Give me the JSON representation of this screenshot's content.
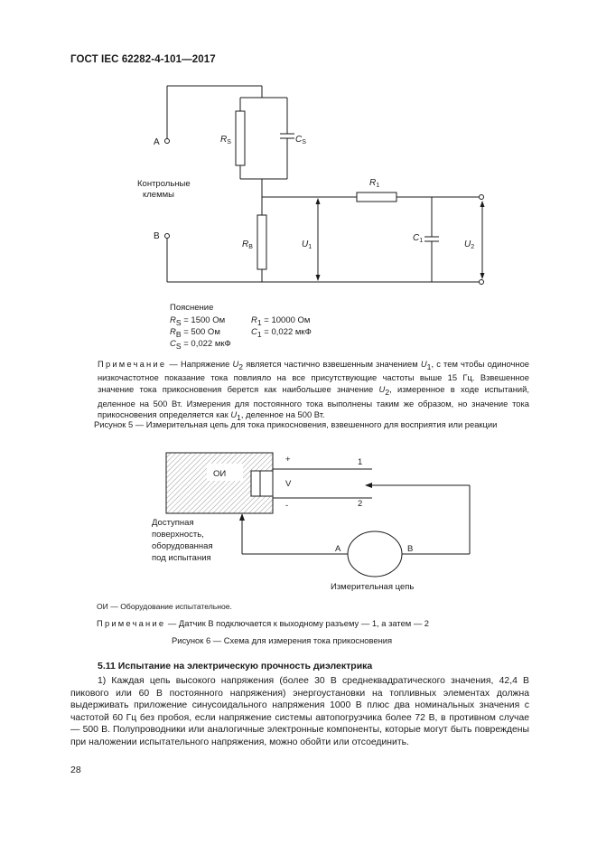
{
  "header": {
    "standard": "ГОСТ IEC 62282-4-101—2017"
  },
  "figure5": {
    "labels": {
      "terminal_a": "A",
      "terminal_b": "B",
      "terminals_caption_line1": "Контрольные",
      "terminals_caption_line2": "клеммы",
      "rs": "R",
      "rs_sub": "S",
      "cs": "C",
      "cs_sub": "S",
      "rb": "R",
      "rb_sub": "B",
      "r1": "R",
      "r1_sub": "1",
      "c1": "C",
      "c1_sub": "1",
      "u1": "U",
      "u1_sub": "1",
      "u2": "U",
      "u2_sub": "2"
    },
    "legend": {
      "title": "Пояснение",
      "rs_sym": "R",
      "rs_sub": "S",
      "rs_val": " = 1500 Ом",
      "r1_sym": "R",
      "r1_sub": "1",
      "r1_val": " = 10000 Ом",
      "rb_sym": "R",
      "rb_sub": "B",
      "rb_val": " = 500 Ом",
      "c1_sym": "C",
      "c1_sub": "1",
      "c1_val": " = 0,022 мкФ",
      "cs_sym": "C",
      "cs_sub": "S",
      "cs_val": " = 0,022 мкФ"
    },
    "note": {
      "prefix": "Примечание",
      "t1": " — Напряжение ",
      "u2": "U",
      "u2_sub": "2",
      "t2": " является частично взвешенным значением ",
      "u1": "U",
      "u1_sub": "1",
      "t3": ", с тем чтобы одиночное низкочастотное показание тока повлияло на все присутствующие частоты выше 15 Гц. Взвешенное значение тока прикосновения берется как наибольшее значение ",
      "u2b": "U",
      "u2b_sub": "2",
      "t4": ", измеренное в ходе испытаний, деленное на 500 Вт. Измерения для постоянного тока выполнены таким же образом, но значение тока прикосновения определяется как ",
      "u1b": "U",
      "u1b_sub": "1",
      "t5": ", деленное на 500 Вт."
    },
    "caption": "Рисунок 5 — Измерительная цепь для тока прикосновения, взвешенного для восприятия или реакции"
  },
  "figure6": {
    "labels": {
      "oi": "ОИ",
      "plus": "+",
      "minus": "-",
      "v": "V",
      "one": "1",
      "two": "2",
      "a": "A",
      "b": "B",
      "surface_l1": "Доступная",
      "surface_l2": "поверхность,",
      "surface_l3": "оборудованная",
      "surface_l4": "под испытания",
      "meter": "Измерительная цепь"
    },
    "footnote": "ОИ — Оборудование испытательное.",
    "note_prefix": "Примечание",
    "note_text": " — Датчик B подключается к выходному разъему — 1, а затем — 2",
    "caption": "Рисунок 6 — Схема для измерения тока прикосновения"
  },
  "section": {
    "title": "5.11  Испытание на электрическую прочность диэлектрика",
    "paragraph": "1) Каждая цепь высокого напряжения (более 30 В среднеквадратического значения, 42,4 В пикового или 60 В постоянного напряжения) энергоустановки на топливных элементах должна выдерживать приложение синусоидального напряжения 1000 В плюс два номинальных значения с частотой 60 Гц без пробоя, если напряжение системы автопогрузчика более 72 В, в противном случае — 500 В. Полупроводники или аналогичные электронные компоненты, которые могут быть повреждены при наложении испытательного напряжения, можно обойти или отсоединить."
  },
  "page_number": "28"
}
